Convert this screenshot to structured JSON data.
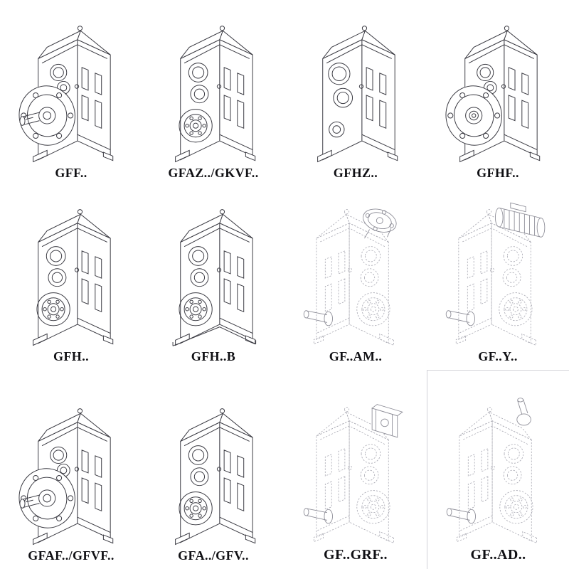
{
  "page": {
    "background": "#ffffff",
    "line_color": "#3a3a42",
    "phantom_line_color": "#a8a8b2",
    "accessory_line_color": "#8e8e98",
    "label_color": "#101014"
  },
  "catalog": {
    "cells": [
      {
        "label": "GFF..",
        "symbol": "#v-gff",
        "drawing": "gearbox-flange-output-shaft"
      },
      {
        "label": "GFAZ../GKVF..",
        "symbol": "#v-bores",
        "drawing": "gearbox-hollow-shaft"
      },
      {
        "label": "GFHZ..",
        "symbol": "#v-bores2",
        "drawing": "gearbox-input-side-view"
      },
      {
        "label": "GFHF..",
        "symbol": "#v-flange-holes",
        "drawing": "gearbox-flange-hollow"
      },
      {
        "label": "GFH..",
        "symbol": "#v-bores",
        "drawing": "gearbox-hollow-shaft"
      },
      {
        "label": "GFH..B",
        "symbol": "#v-bores-b",
        "drawing": "gearbox-hollow-shaft-baseplate"
      },
      {
        "label": "GF..AM..",
        "symbol": "#v-ph-flange",
        "drawing": "gearbox-phantom-iec-input-flange"
      },
      {
        "label": "GF..Y..",
        "symbol": "#v-ph-motor",
        "drawing": "gearbox-phantom-mounted-motor"
      },
      {
        "label": "GFAF../GFVF..",
        "symbol": "#v-gff",
        "drawing": "gearbox-flange-output-shaft"
      },
      {
        "label": "GFA../GFV..",
        "symbol": "#v-bores",
        "drawing": "gearbox-hollow-shaft"
      },
      {
        "label": "GF..GRF..",
        "symbol": "#v-ph-adapter",
        "drawing": "gearbox-phantom-input-adapter"
      },
      {
        "label": "GF..AD..",
        "symbol": "#v-ph-plain",
        "drawing": "gearbox-phantom-shaft-input"
      }
    ]
  }
}
